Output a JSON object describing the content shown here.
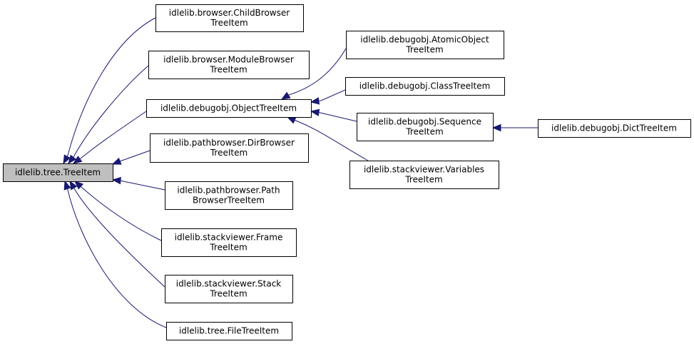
{
  "nodes": [
    {
      "id": "tree_item",
      "lines": [
        "idlelib.tree.TreeItem"
      ],
      "highlighted": true
    },
    {
      "id": "child_browser",
      "lines": [
        "idlelib.browser.ChildBrowser",
        "TreeItem"
      ]
    },
    {
      "id": "module_browser",
      "lines": [
        "idlelib.browser.ModuleBrowser",
        "TreeItem"
      ]
    },
    {
      "id": "object_tree",
      "lines": [
        "idlelib.debugobj.ObjectTreeItem"
      ]
    },
    {
      "id": "dir_browser",
      "lines": [
        "idlelib.pathbrowser.DirBrowser",
        "TreeItem"
      ]
    },
    {
      "id": "path_browser",
      "lines": [
        "idlelib.pathbrowser.Path",
        "BrowserTreeItem"
      ]
    },
    {
      "id": "frame_tree",
      "lines": [
        "idlelib.stackviewer.Frame",
        "TreeItem"
      ]
    },
    {
      "id": "stack_tree",
      "lines": [
        "idlelib.stackviewer.Stack",
        "TreeItem"
      ]
    },
    {
      "id": "file_tree",
      "lines": [
        "idlelib.tree.FileTreeItem"
      ]
    },
    {
      "id": "atomic_object",
      "lines": [
        "idlelib.debugobj.AtomicObject",
        "TreeItem"
      ]
    },
    {
      "id": "class_tree",
      "lines": [
        "idlelib.debugobj.ClassTreeItem"
      ]
    },
    {
      "id": "sequence_tree",
      "lines": [
        "idlelib.debugobj.Sequence",
        "TreeItem"
      ]
    },
    {
      "id": "variables_tree",
      "lines": [
        "idlelib.stackviewer.Variables",
        "TreeItem"
      ]
    },
    {
      "id": "dict_tree",
      "lines": [
        "idlelib.debugobj.DictTreeItem"
      ]
    }
  ],
  "edges": [
    {
      "from": "child_browser",
      "to": "tree_item"
    },
    {
      "from": "module_browser",
      "to": "tree_item"
    },
    {
      "from": "object_tree",
      "to": "tree_item"
    },
    {
      "from": "dir_browser",
      "to": "tree_item"
    },
    {
      "from": "path_browser",
      "to": "tree_item"
    },
    {
      "from": "frame_tree",
      "to": "tree_item"
    },
    {
      "from": "stack_tree",
      "to": "tree_item"
    },
    {
      "from": "file_tree",
      "to": "tree_item"
    },
    {
      "from": "atomic_object",
      "to": "object_tree"
    },
    {
      "from": "class_tree",
      "to": "object_tree"
    },
    {
      "from": "sequence_tree",
      "to": "object_tree"
    },
    {
      "from": "variables_tree",
      "to": "object_tree"
    },
    {
      "from": "dict_tree",
      "to": "sequence_tree"
    }
  ],
  "colors": {
    "edge": "#191970",
    "highlight_fill": "#bfbfbf",
    "box_stroke": "#000000"
  }
}
